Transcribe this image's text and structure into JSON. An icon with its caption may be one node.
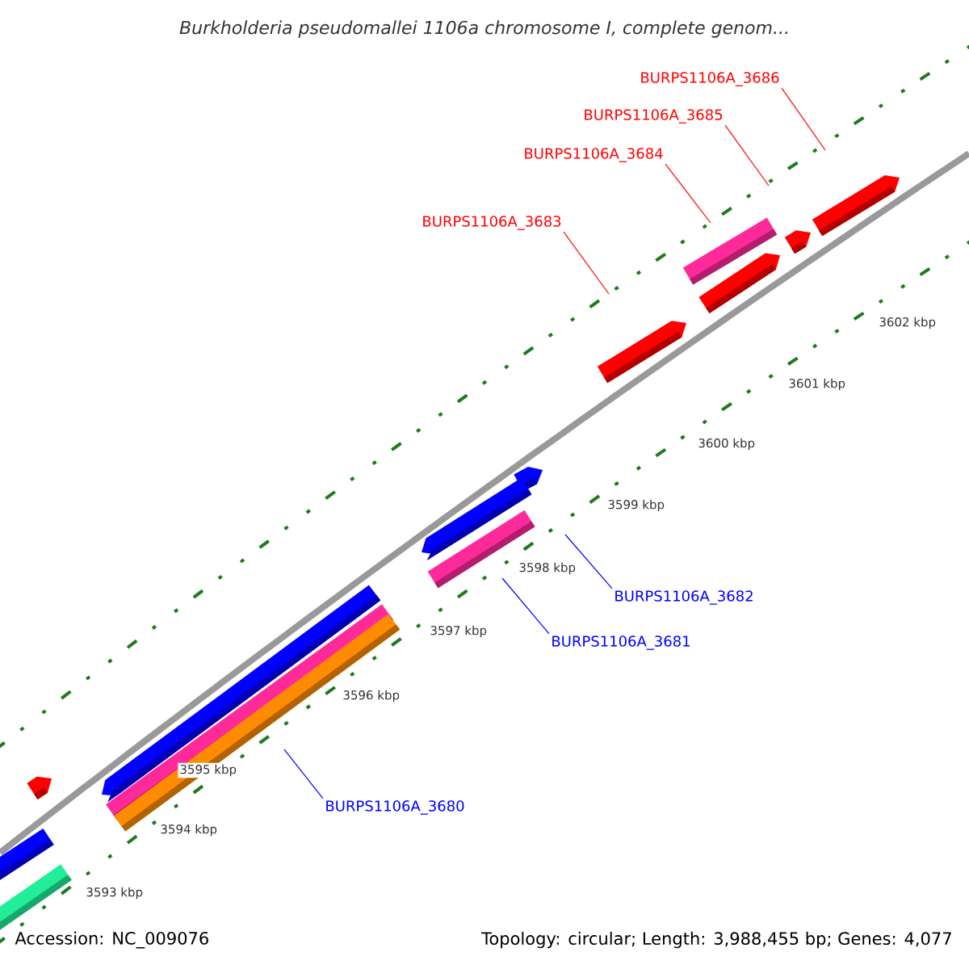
{
  "diagram": {
    "title": "Burkholderia pseudomallei 1106a chromosome I, complete genom...",
    "nodes": [
      {
        "text": [
          "BURPS1106A_3686"
        ]
      },
      {
        "text": [
          "BURPS1106A_3685"
        ]
      },
      {
        "text": [
          "BURPS1106A_3684"
        ]
      },
      {
        "text": [
          "BURPS1106A_3683"
        ]
      },
      {
        "text": [
          "BURPS1106A_3682"
        ]
      },
      {
        "text": [
          "BURPS1106A_3681"
        ]
      },
      {
        "text": [
          "BURPS1106A_3680"
        ]
      }
    ],
    "edges": [
      {
        "from": 0,
        "to": null,
        "arrow": "none"
      },
      {
        "from": 1,
        "to": null,
        "arrow": "none"
      },
      {
        "from": 2,
        "to": null,
        "arrow": "none"
      },
      {
        "from": 3,
        "to": null,
        "arrow": "none"
      },
      {
        "from": 4,
        "to": null,
        "arrow": "none",
        "color": "#0000ff"
      },
      {
        "from": 5,
        "to": null,
        "arrow": "none",
        "color": "#0000ff"
      },
      {
        "from": 6,
        "to": null,
        "arrow": "none",
        "color": "#0000ff"
      }
    ],
    "labels": [
      "3602 kbp",
      "3601 kbp",
      "3600 kbp",
      "3599 kbp",
      "3598 kbp",
      "3597 kbp",
      "3596 kbp",
      "3595 kbp",
      "3594 kbp",
      "3593 kbp",
      "Accession: NC_009076",
      "Topology: circular; Length: 3,988,455 bp; Genes: 4,077"
    ]
  }
}
